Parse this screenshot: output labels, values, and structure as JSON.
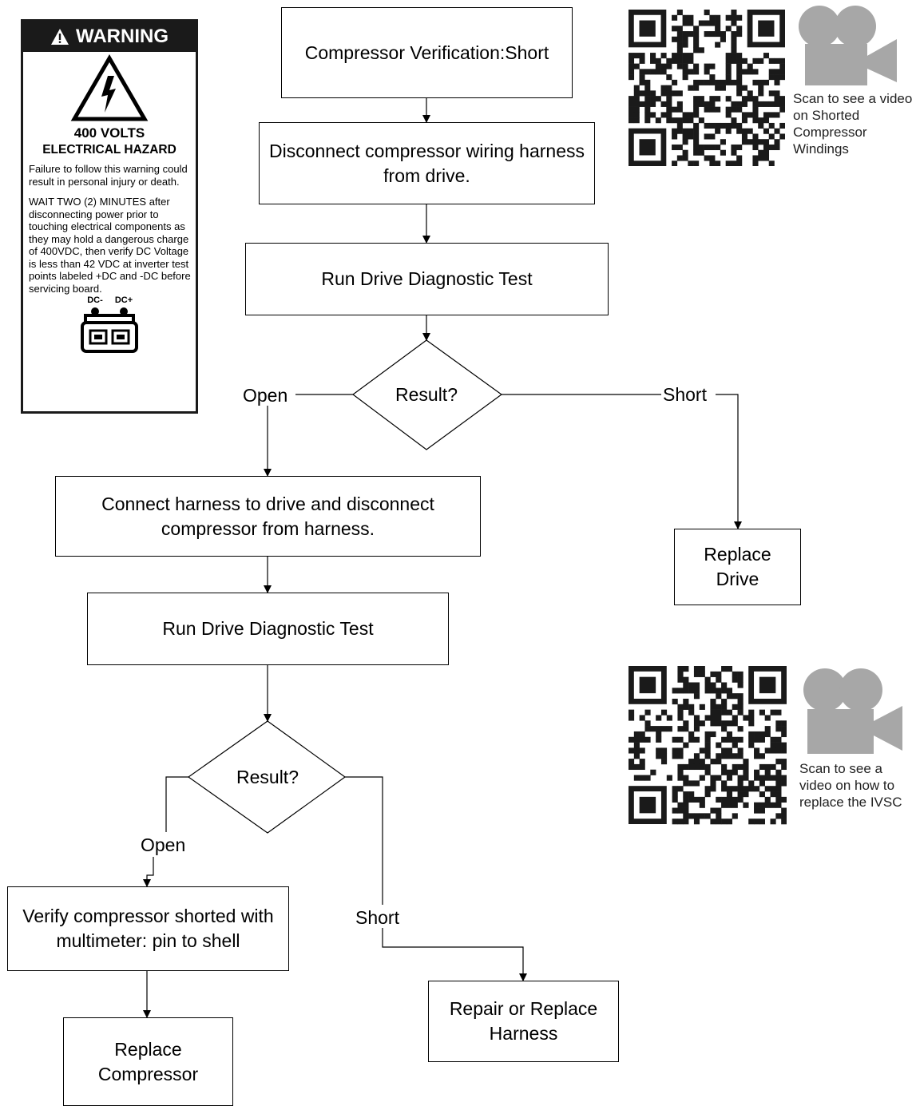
{
  "warning": {
    "header": "WARNING",
    "volts": "400 VOLTS",
    "hazard": "ELECTRICAL HAZARD",
    "para1": "Failure to follow this warning could result in personal injury or death.",
    "para2": "WAIT  TWO (2) MINUTES after disconnecting power prior to touching electrical components as they may hold a dangerous charge of 400VDC, then verify DC Voltage is less than 42 VDC at inverter test points labeled +DC and -DC before servicing board.",
    "dc_minus": "DC-",
    "dc_plus": "DC+"
  },
  "flow": {
    "start": "Compressor Verification:Short",
    "step1": "Disconnect compressor wiring harness from drive.",
    "step2": "Run Drive Diagnostic Test",
    "decision1": "Result?",
    "d1_open": "Open",
    "d1_short": "Short",
    "step3": "Connect harness to drive and disconnect compressor from harness.",
    "replace_drive": "Replace Drive",
    "step4": "Run Drive Diagnostic Test",
    "decision2": "Result?",
    "d2_open": "Open",
    "d2_short": "Short",
    "step5": "Verify compressor shorted with multimeter: pin to shell",
    "replace_compressor": "Replace Compressor",
    "repair_harness": "Repair or Replace Harness"
  },
  "videos": [
    {
      "caption": "Scan to see a video on Shorted Compressor Windings",
      "icon": "video-camera-icon"
    },
    {
      "caption": "Scan to see a video on how to replace the IVSC",
      "icon": "video-camera-icon"
    }
  ],
  "colors": {
    "line": "#000000",
    "camera": "#a7a7a7",
    "warning_bg": "#1a1a1a"
  }
}
